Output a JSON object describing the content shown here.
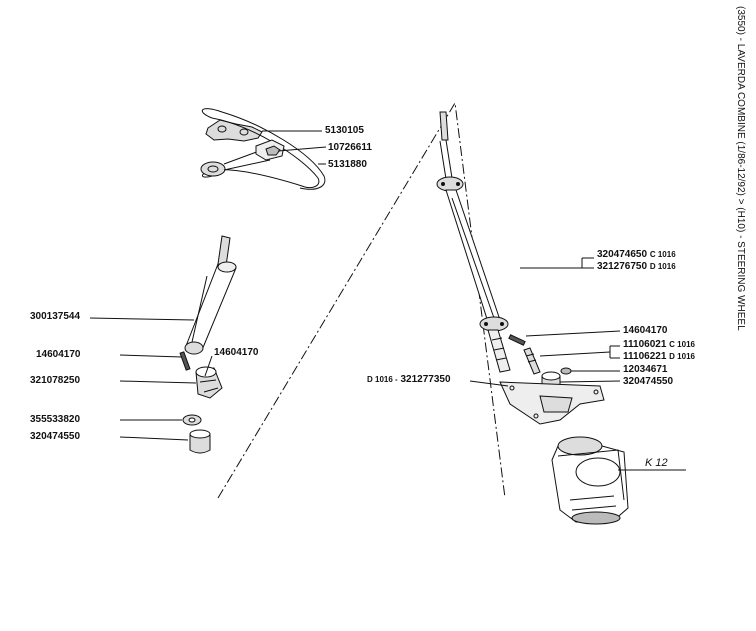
{
  "title": "(3550) - LAVERDA COMBINE (1/86-12/92) > (H10) - STEERING WHEEL",
  "left_group": {
    "parts": [
      {
        "number": "5130105",
        "name": "wheel-hub-cap"
      },
      {
        "number": "10726611",
        "name": "hub-nut"
      },
      {
        "number": "5131880",
        "name": "steering-wheel"
      },
      {
        "number": "300137544",
        "name": "steering-shaft"
      },
      {
        "number": "14604170",
        "name": "roll-pin-upper"
      },
      {
        "number": "321078250",
        "name": "universal-joint"
      },
      {
        "number": "14604170",
        "name": "roll-pin-lower"
      },
      {
        "number": "355533820",
        "name": "washer"
      },
      {
        "number": "320474550",
        "name": "bushing"
      }
    ]
  },
  "right_group": {
    "parts": [
      {
        "number": "320474650",
        "suffix": "C 1016"
      },
      {
        "number": "321276750",
        "suffix": "D 1016"
      },
      {
        "number": "14604170",
        "suffix": ""
      },
      {
        "number": "11106021",
        "suffix": "C 1016"
      },
      {
        "number": "11106221",
        "suffix": "D 1016"
      },
      {
        "number": "12034671",
        "suffix": ""
      },
      {
        "number": "320474550",
        "suffix": ""
      },
      {
        "number": "321277350",
        "prefix": "D 1016 -"
      }
    ],
    "reference": "K 12"
  }
}
